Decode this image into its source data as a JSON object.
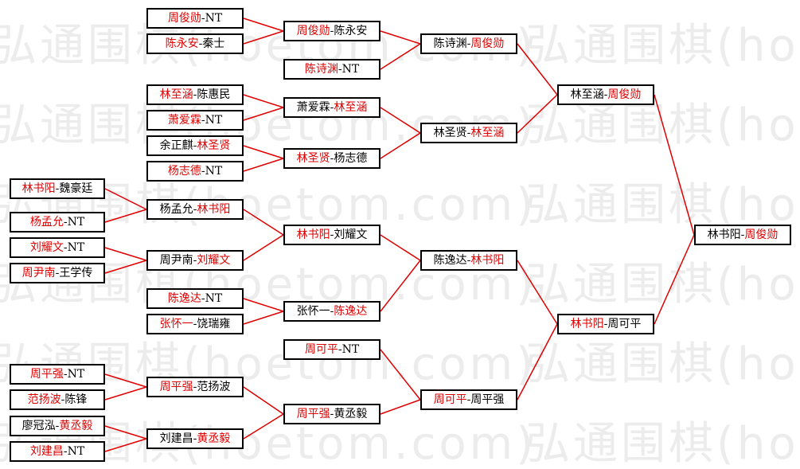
{
  "watermark_text": "弘通围棋(hoetom.com)",
  "colors": {
    "winner": "#e00000",
    "loser": "#000000",
    "line": "#e00000"
  },
  "round1": [
    {
      "p1": "周俊勋",
      "p2": "NT",
      "winner": "p1"
    },
    {
      "p1": "陈永安",
      "p2": "秦士",
      "winner": "p1"
    },
    {
      "p1": "林至涵",
      "p2": "陈惠民",
      "winner": "p1"
    },
    {
      "p1": "萧爱霖",
      "p2": "NT",
      "winner": "p1"
    },
    {
      "p1": "余正麒",
      "p2": "林圣贤",
      "winner": "p2"
    },
    {
      "p1": "杨志德",
      "p2": "NT",
      "winner": "p1"
    },
    {
      "p1": "林书阳",
      "p2": "魏豪廷",
      "winner": "p1"
    },
    {
      "p1": "杨孟允",
      "p2": "NT",
      "winner": "p1"
    },
    {
      "p1": "刘耀文",
      "p2": "NT",
      "winner": "p1"
    },
    {
      "p1": "周尹南",
      "p2": "王学传",
      "winner": "p1"
    },
    {
      "p1": "陈逸达",
      "p2": "NT",
      "winner": "p1"
    },
    {
      "p1": "张怀一",
      "p2": "饶瑞雍",
      "winner": "p1"
    },
    {
      "p1": "周平强",
      "p2": "NT",
      "winner": "p1"
    },
    {
      "p1": "范扬波",
      "p2": "陈锋",
      "winner": "p1"
    },
    {
      "p1": "廖冠泓",
      "p2": "黄丞毅",
      "winner": "p2"
    },
    {
      "p1": "刘建昌",
      "p2": "NT",
      "winner": "p1"
    }
  ],
  "round2": [
    {
      "p1": "周俊勋",
      "p2": "陈永安",
      "winner": "p1"
    },
    {
      "p1": "陈诗渊",
      "p2": "NT",
      "winner": "p1"
    },
    {
      "p1": "萧爱霖",
      "p2": "林至涵",
      "winner": "p2"
    },
    {
      "p1": "林圣贤",
      "p2": "杨志德",
      "winner": "p1"
    },
    {
      "p1": "杨孟允",
      "p2": "林书阳",
      "winner": "p2"
    },
    {
      "p1": "周尹南",
      "p2": "刘耀文",
      "winner": "p2"
    },
    {
      "p1": "陈逸达",
      "p2": "NT",
      "winner": "p1"
    },
    {
      "p1": "张怀一",
      "p2": "陈逸达",
      "winner": "p2"
    },
    {
      "p1": "周可平",
      "p2": "NT",
      "winner": "p1"
    },
    {
      "p1": "周平强",
      "p2": "范扬波",
      "winner": "p1"
    },
    {
      "p1": "刘建昌",
      "p2": "黄丞毅",
      "winner": "p2"
    }
  ],
  "round3": [
    {
      "p1": "陈诗渊",
      "p2": "周俊勋",
      "winner": "p2"
    },
    {
      "p1": "林圣贤",
      "p2": "林至涵",
      "winner": "p2"
    },
    {
      "p1": "林书阳",
      "p2": "刘耀文",
      "winner": "p1"
    },
    {
      "p1": "张怀一",
      "p2": "陈逸达",
      "winner": "p2"
    },
    {
      "p1": "周可平",
      "p2": "NT",
      "winner": "p1"
    },
    {
      "p1": "周平强",
      "p2": "黄丞毅",
      "winner": "p1"
    }
  ],
  "round4": [
    {
      "p1": "陈诗渊",
      "p2": "周俊勋",
      "winner": "p2"
    },
    {
      "p1": "林圣贤",
      "p2": "林至涵",
      "winner": "p2"
    },
    {
      "p1": "陈逸达",
      "p2": "林书阳",
      "winner": "p2"
    },
    {
      "p1": "周可平",
      "p2": "周平强",
      "winner": "p1"
    }
  ],
  "round5": [
    {
      "p1": "林至涵",
      "p2": "周俊勋",
      "winner": "p2"
    },
    {
      "p1": "林书阳",
      "p2": "周可平",
      "winner": "p1"
    }
  ],
  "final": [
    {
      "p1": "林书阳",
      "p2": "周俊勋",
      "winner": "p2"
    }
  ]
}
